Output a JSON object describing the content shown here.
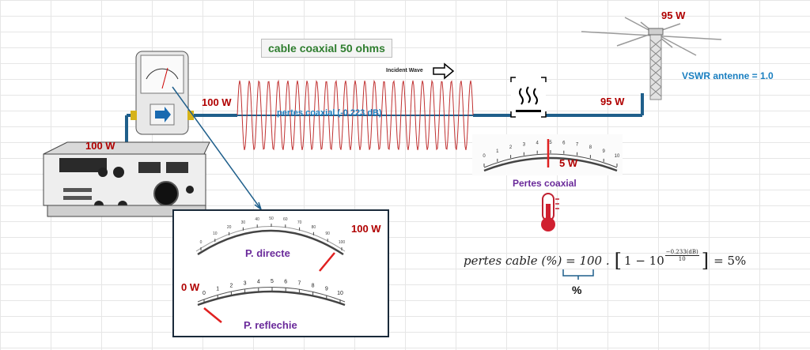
{
  "labels": {
    "cable_title": "cable coaxial  50 ohms",
    "incident_wave": "Incident Wave",
    "pertes_coaxial_db": "pertes coaxial (-0.223 dB)",
    "power_tx": "100 W",
    "power_line": "100 W",
    "power_after_loss": "95 W",
    "power_antenna": "95 W",
    "vswr": "VSWR antenne  = 1.0",
    "loss_value": "5 W",
    "pertes_coaxial": "Pertes coaxial",
    "meter_direct_value": "100 W",
    "meter_direct_label": "P. directe",
    "meter_reflected_value": "0 W",
    "meter_reflected_label": "P. reflechie",
    "percent_sign": "%"
  },
  "gauge_loss_ticks": [
    "0",
    "1",
    "2",
    "3",
    "4",
    "5",
    "6",
    "7",
    "8",
    "9",
    "10"
  ],
  "gauge_reflected_ticks": [
    "0",
    "1",
    "2",
    "3",
    "4",
    "5",
    "6",
    "7",
    "8",
    "9",
    "10"
  ],
  "gauge_direct_ticks": [
    "0",
    "10",
    "20",
    "30",
    "40",
    "50",
    "60",
    "70",
    "80",
    "90",
    "100"
  ],
  "formula": {
    "lhs": "pertes cable (%) = 100 .",
    "bracket_left": "[",
    "one_minus": "1 − 10",
    "exp_num": "−0.233(dB)",
    "exp_den": "10",
    "bracket_right": "]",
    "rhs": "= 5%"
  },
  "colors": {
    "cable": "#1f5f8b",
    "wave": "#c03030",
    "needle": "#e02020",
    "red_text": "#b00000",
    "blue_text": "#1a7fc0",
    "purple_text": "#6a2a9a",
    "green_text": "#2e7d2e"
  },
  "icons": [
    "radio-transceiver-icon",
    "swr-meter-icon",
    "heat-icon",
    "thermometer-icon",
    "yagi-antenna-icon"
  ]
}
